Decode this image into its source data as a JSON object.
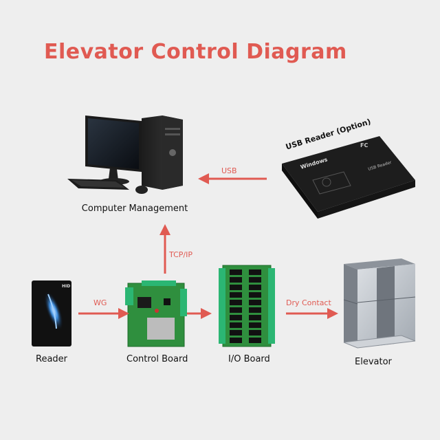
{
  "title": "Elevator Control Diagram",
  "nodes": {
    "computer": "Computer Management",
    "usb_reader": "USB Reader (Option)",
    "reader": "Reader",
    "control_board": "Control Board",
    "io_board": "I/O Board",
    "elevator": "Elevator"
  },
  "connections": {
    "usb": "USB",
    "tcpip": "TCP/IP",
    "wg": "WG",
    "dry_contact": "Dry Contact"
  },
  "device_marks": {
    "usb_reader_brand": "Windows",
    "usb_reader_model": "USB Reader",
    "usb_reader_cert": "FC",
    "reader_brand": "HID"
  },
  "colors": {
    "accent": "#e05a52",
    "board_green": "#2f8f3e",
    "background": "#eeeeee"
  }
}
